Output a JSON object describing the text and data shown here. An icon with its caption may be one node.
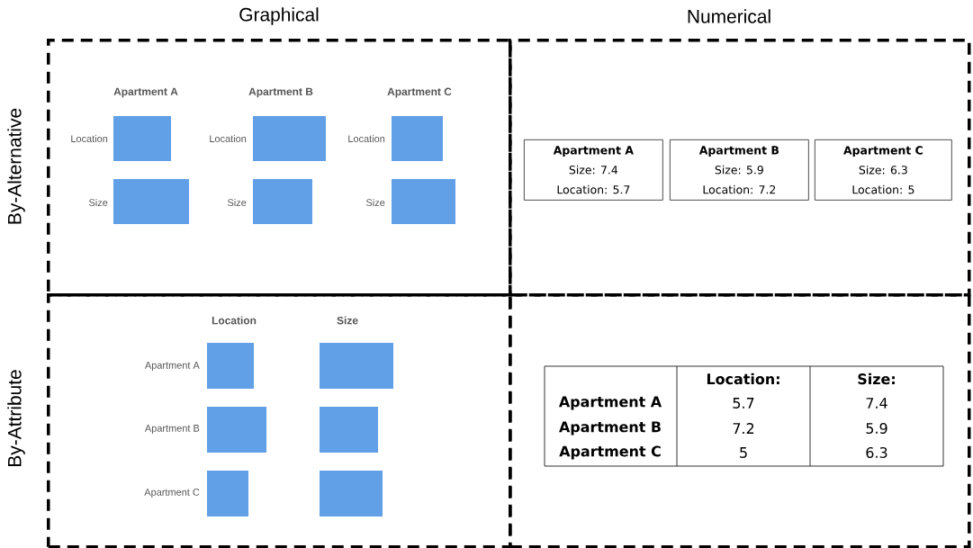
{
  "diagram": {
    "nodes": [
      {
        "text": [],
        "shape": "box"
      },
      {
        "text": [],
        "shape": "box"
      },
      {
        "text": [],
        "shape": "box"
      },
      {
        "text": [],
        "shape": "box"
      },
      {
        "text": [
          "Apartment A",
          "Size: 7.4",
          "Location: 5.7"
        ],
        "in": 1
      },
      {
        "text": [
          "Apartment B",
          "Size: 5.9",
          "Location: 7.2"
        ],
        "in": 1
      },
      {
        "text": [
          "Apartment C",
          "Size: 6.3",
          "Location: 5"
        ],
        "in": 1
      }
    ],
    "labels": [
      "Graphical",
      "Numerical",
      "By-Alternative",
      "By-Attribute",
      "Apartment A",
      "Apartment B",
      "Apartment C",
      "Location",
      "Location",
      "Location",
      "Size",
      "Size",
      "Size",
      "Location",
      "Size",
      "Apartment A",
      "Apartment B",
      "Apartment C",
      "Location:",
      "Size:",
      "Apartment A",
      "5.7",
      "7.4",
      "Apartment B",
      "7.2",
      "5.9",
      "Apartment C",
      "5",
      "6.3"
    ]
  }
}
